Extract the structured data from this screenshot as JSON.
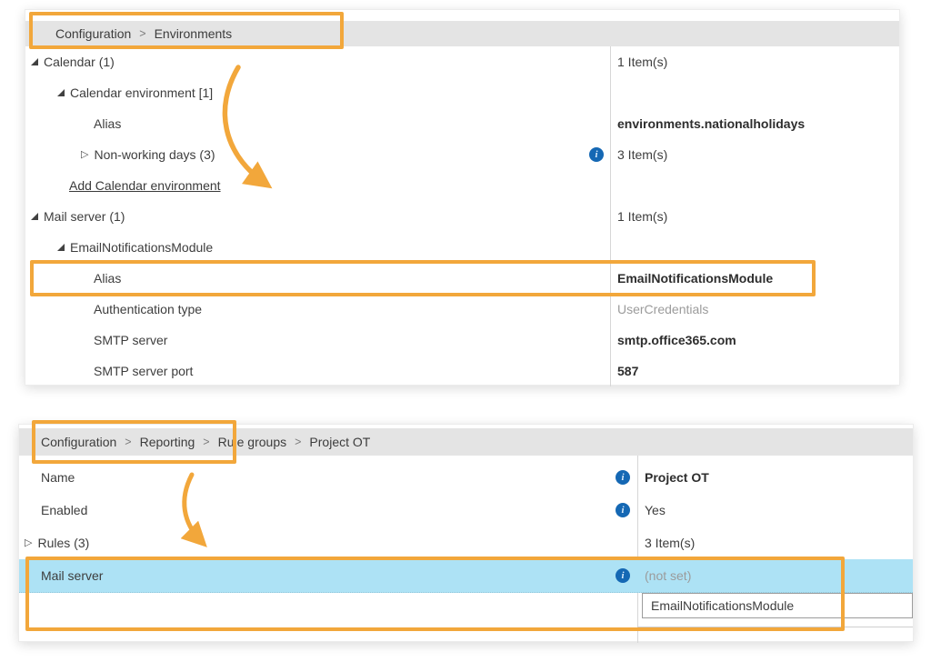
{
  "sep": ">",
  "colors": {
    "annotation_orange": "#F2A73B",
    "selected_row_blue": "#ADE2F5",
    "info_icon_blue": "#1568B4",
    "breadcrumb_gray": "#E4E4E4"
  },
  "env_panel": {
    "breadcrumb": [
      "Configuration",
      "Environments"
    ],
    "rows": [
      {
        "label": "Calendar (1)",
        "value": "1 Item(s)"
      },
      {
        "label": "Calendar environment [1]",
        "value": ""
      },
      {
        "label": "Alias",
        "value": "environments.nationalholidays"
      },
      {
        "label": "Non-working days (3)",
        "value": "3 Item(s)"
      },
      {
        "label": "Add Calendar environment",
        "value": ""
      },
      {
        "label": "Mail server (1)",
        "value": "1 Item(s)"
      },
      {
        "label": "EmailNotificationsModule",
        "value": ""
      },
      {
        "label": "Alias",
        "value": "EmailNotificationsModule"
      },
      {
        "label": "Authentication type",
        "value": "UserCredentials"
      },
      {
        "label": "SMTP server",
        "value": "smtp.office365.com"
      },
      {
        "label": "SMTP server port",
        "value": "587"
      }
    ]
  },
  "report_panel": {
    "breadcrumb": [
      "Configuration",
      "Reporting",
      "Rule groups",
      "Project OT"
    ],
    "rows": [
      {
        "label": "Name",
        "value": "Project OT"
      },
      {
        "label": "Enabled",
        "value": "Yes"
      },
      {
        "label": "Rules (3)",
        "value": "3 Item(s)"
      },
      {
        "label": "Mail server",
        "value": "(not set)"
      }
    ],
    "editor": {
      "value": "EmailNotificationsModule"
    }
  }
}
